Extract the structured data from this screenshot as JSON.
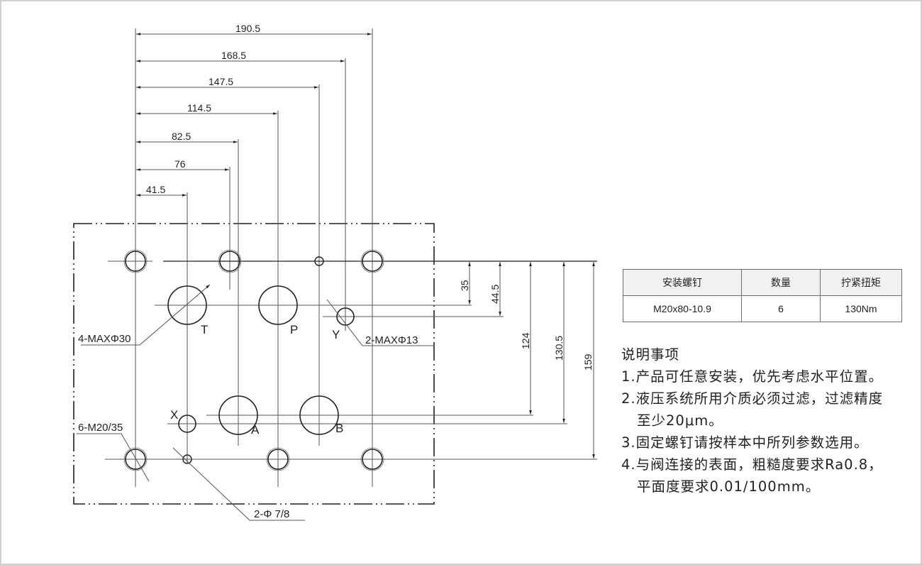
{
  "drawing": {
    "horizontal_dimensions": [
      "190.5",
      "168.5",
      "147.5",
      "114.5",
      "82.5",
      "76",
      "41.5"
    ],
    "vertical_dimensions": [
      "35",
      "44.5",
      "124",
      "130.5",
      "159"
    ],
    "callouts": {
      "main_ports": "4-MAXΦ30",
      "pilot_ports": "2-MAXΦ13",
      "bolt_holes": "6-M20/35",
      "pin_holes": "2-Φ 7/8"
    },
    "port_labels": {
      "T": "T",
      "P": "P",
      "Y": "Y",
      "X": "X",
      "A": "A",
      "B": "B"
    }
  },
  "spec_table": {
    "headers": [
      "安装螺钉",
      "数量",
      "拧紧扭矩"
    ],
    "rows": [
      [
        "M20x80-10.9",
        "6",
        "130Nm"
      ]
    ]
  },
  "notes": {
    "title": "说明事项",
    "items": [
      "1.产品可任意安装，优先考虑水平位置。",
      "2.液压系统所用介质必须过滤，过滤精度",
      "至少20μm。",
      "3.固定螺钉请按样本中所列参数选用。",
      "4.与阀连接的表面，粗糙度要求Ra0.8，",
      "平面度要求0.01/100mm。"
    ]
  }
}
